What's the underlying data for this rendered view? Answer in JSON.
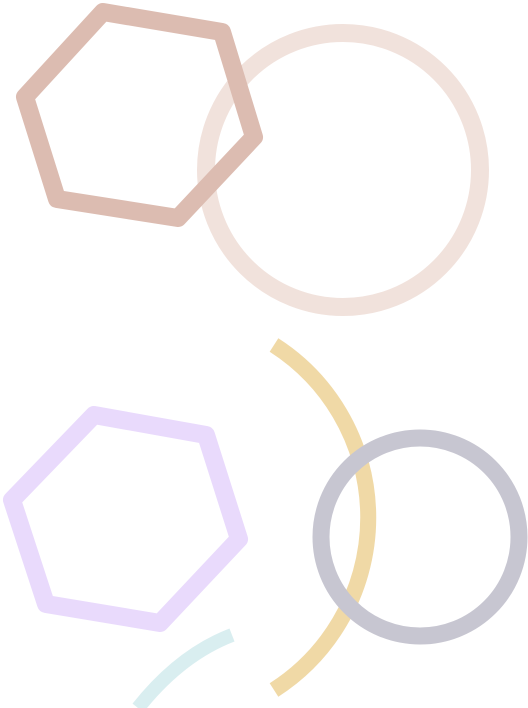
{
  "background_color": "#ffffff",
  "shapes": [
    {
      "name": "hexagon-shape-top",
      "kind": "hexagon",
      "color": "#dcbcb1"
    },
    {
      "name": "circle-shape-top",
      "kind": "circle",
      "color": "#f1e2dc"
    },
    {
      "name": "arc-shape-yellow",
      "kind": "arc",
      "color": "#f0d9a6"
    },
    {
      "name": "hexagon-shape-purple",
      "kind": "hexagon",
      "color": "#e9dafc"
    },
    {
      "name": "circle-shape-gray",
      "kind": "circle",
      "color": "#c7c6d1"
    },
    {
      "name": "arc-shape-teal",
      "kind": "arc",
      "color": "#d9eef0"
    }
  ]
}
